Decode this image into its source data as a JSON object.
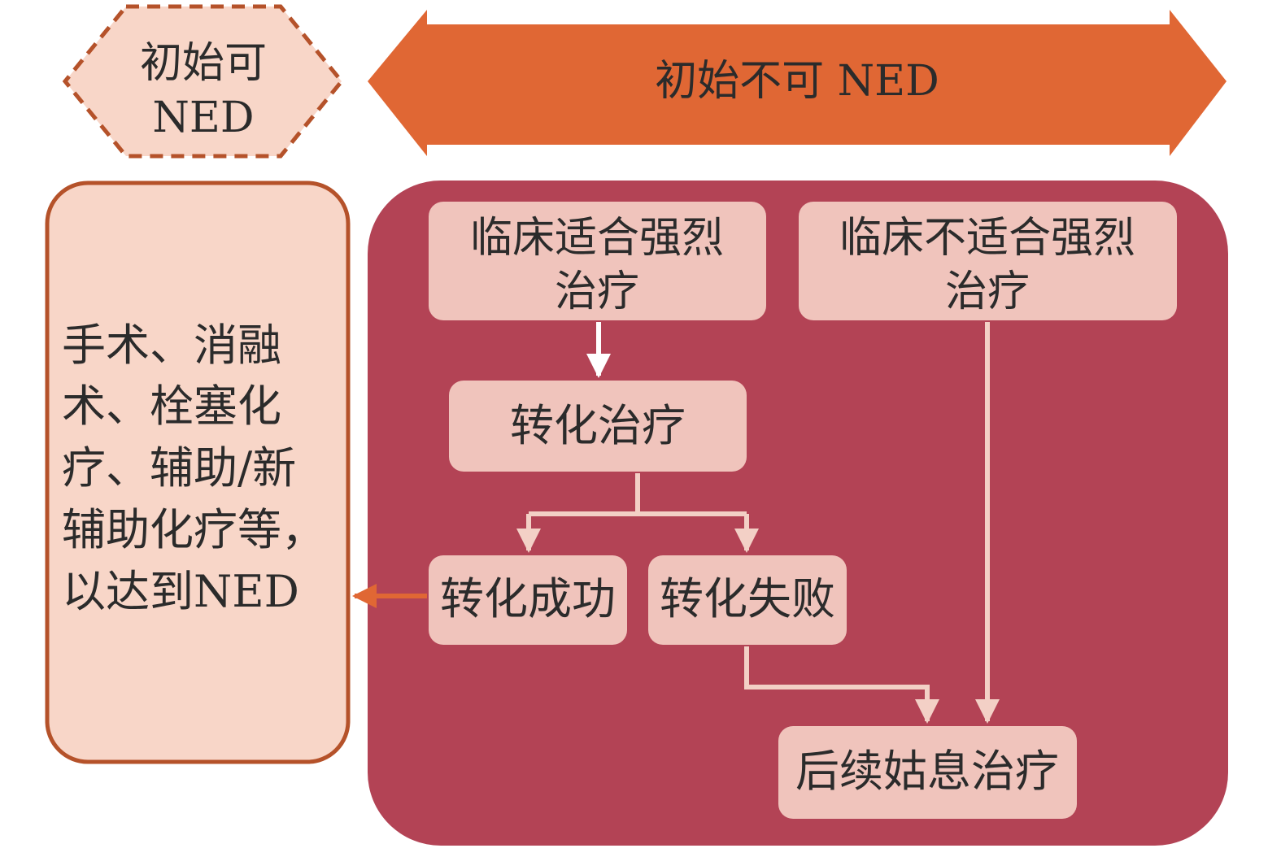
{
  "header": {
    "left_label_line1": "初始可",
    "left_label_line2": "NED",
    "right_label": "初始不可 NED"
  },
  "left_box": {
    "lines": [
      "手术、消融",
      "术、栓塞化",
      "疗、辅助/新",
      "辅助化疗等，",
      "以达到NED"
    ]
  },
  "nodes": {
    "suitable_line1": "临床适合强烈",
    "suitable_line2": "治疗",
    "unsuitable_line1": "临床不适合强烈",
    "unsuitable_line2": "治疗",
    "conversion": "转化治疗",
    "success": "转化成功",
    "failure": "转化失败",
    "palliative": "后续姑息治疗"
  },
  "colors": {
    "left_hex_fill": "#f8d6c8",
    "left_hex_border": "#b5522a",
    "right_arrow_fill": "#e06734",
    "container_fill": "#b34355",
    "node_fill": "#f0c4bc",
    "left_box_fill": "#f8d6c8",
    "left_box_border": "#b5522a",
    "connector": "#f3d0c6",
    "success_arrow": "#e06734"
  }
}
